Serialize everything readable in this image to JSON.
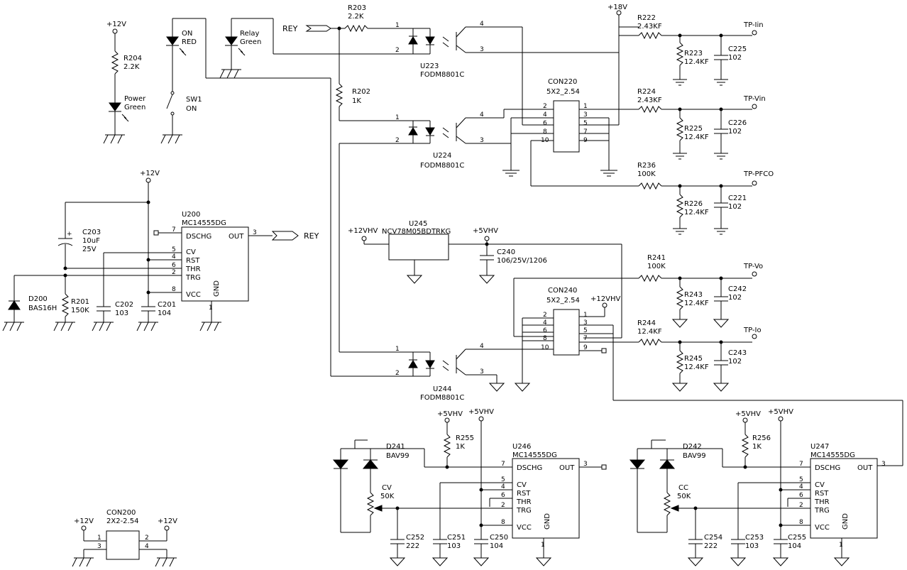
{
  "nets": {
    "p12": "+12V",
    "p18": "+18V",
    "p12vhv": "+12VHV",
    "p5vhv": "+5VHV",
    "rey": "REY",
    "tp_iin": "TP-Iin",
    "tp_vin": "TP-Vin",
    "tp_pfco": "TP-PFCO",
    "tp_vo": "TP-Vo",
    "tp_io": "TP-Io"
  },
  "leds": {
    "on_a": "ON",
    "on_b": "RED",
    "relay_a": "Relay",
    "relay_b": "Green",
    "power_a": "Power",
    "power_b": "Green"
  },
  "switch": {
    "ref": "SW1",
    "label": "ON"
  },
  "resistors": {
    "r203": {
      "ref": "R203",
      "val": "2.2K"
    },
    "r204": {
      "ref": "R204",
      "val": "2.2K"
    },
    "r202": {
      "ref": "R202",
      "val": "1K"
    },
    "r222": {
      "ref": "R222",
      "val": "2.43KF"
    },
    "r223": {
      "ref": "R223",
      "val": "12.4KF"
    },
    "r224": {
      "ref": "R224",
      "val": "2.43KF"
    },
    "r225": {
      "ref": "R225",
      "val": "12.4KF"
    },
    "r236": {
      "ref": "R236",
      "val": "100K"
    },
    "r226": {
      "ref": "R226",
      "val": "12.4KF"
    },
    "r241": {
      "ref": "R241",
      "val": "100K"
    },
    "r243": {
      "ref": "R243",
      "val": "12.4KF"
    },
    "r244": {
      "ref": "R244",
      "val": "12.4KF"
    },
    "r245": {
      "ref": "R245",
      "val": "12.4KF"
    },
    "r201": {
      "ref": "R201",
      "val": "150K"
    },
    "r255": {
      "ref": "R255",
      "val": "1K"
    },
    "r256": {
      "ref": "R256",
      "val": "1K"
    }
  },
  "capacitors": {
    "c225": {
      "ref": "C225",
      "val": "102"
    },
    "c226": {
      "ref": "C226",
      "val": "102"
    },
    "c221": {
      "ref": "C221",
      "val": "102"
    },
    "c242": {
      "ref": "C242",
      "val": "102"
    },
    "c243": {
      "ref": "C243",
      "val": "102"
    },
    "c203": {
      "ref": "C203",
      "val": "10uF",
      "val2": "25V"
    },
    "c202": {
      "ref": "C202",
      "val": "103"
    },
    "c201": {
      "ref": "C201",
      "val": "104"
    },
    "c240": {
      "ref": "C240",
      "val": "106/25V/1206"
    },
    "c252": {
      "ref": "C252",
      "val": "222"
    },
    "c251": {
      "ref": "C251",
      "val": "103"
    },
    "c250": {
      "ref": "C250",
      "val": "104"
    },
    "c254": {
      "ref": "C254",
      "val": "222"
    },
    "c253": {
      "ref": "C253",
      "val": "103"
    },
    "c255": {
      "ref": "C255",
      "val": "104"
    }
  },
  "optos": {
    "u223": {
      "ref": "U223",
      "part": "FODM8801C"
    },
    "u224": {
      "ref": "U224",
      "part": "FODM8801C"
    },
    "u244": {
      "ref": "U244",
      "part": "FODM8801C"
    }
  },
  "connectors": {
    "con220": {
      "ref": "CON220",
      "part": "5X2_2.54"
    },
    "con240": {
      "ref": "CON240",
      "part": "5X2_2.54"
    },
    "con200": {
      "ref": "CON200",
      "part": "2X2-2.54"
    }
  },
  "timers": {
    "u200": {
      "ref": "U200",
      "part": "MC14555DG"
    },
    "u246": {
      "ref": "U246",
      "part": "MC14555DG"
    },
    "u247": {
      "ref": "U247",
      "part": "MC14555DG"
    }
  },
  "timer_pins": {
    "dschg": "DSCHG",
    "out": "OUT",
    "cv": "CV",
    "rst": "RST",
    "thr": "THR",
    "trg": "TRG",
    "vcc": "VCC",
    "gnd": "GND"
  },
  "regulator": {
    "ref": "U245",
    "part": "NCV78M05BDTRKG"
  },
  "diodes": {
    "d200": {
      "ref": "D200",
      "part": "BAS16H"
    },
    "d241": {
      "ref": "D241",
      "part": "BAV99"
    },
    "d242": {
      "ref": "D242",
      "part": "BAV99"
    }
  },
  "pots": {
    "cv": {
      "ref": "CV",
      "val": "50K"
    },
    "cc": {
      "ref": "CC",
      "val": "50K"
    }
  },
  "pin_numbers": {
    "n1": "1",
    "n2": "2",
    "n3": "3",
    "n4": "4",
    "n5": "5",
    "n6": "6",
    "n7": "7",
    "n8": "8",
    "n9": "9",
    "n10": "10"
  }
}
